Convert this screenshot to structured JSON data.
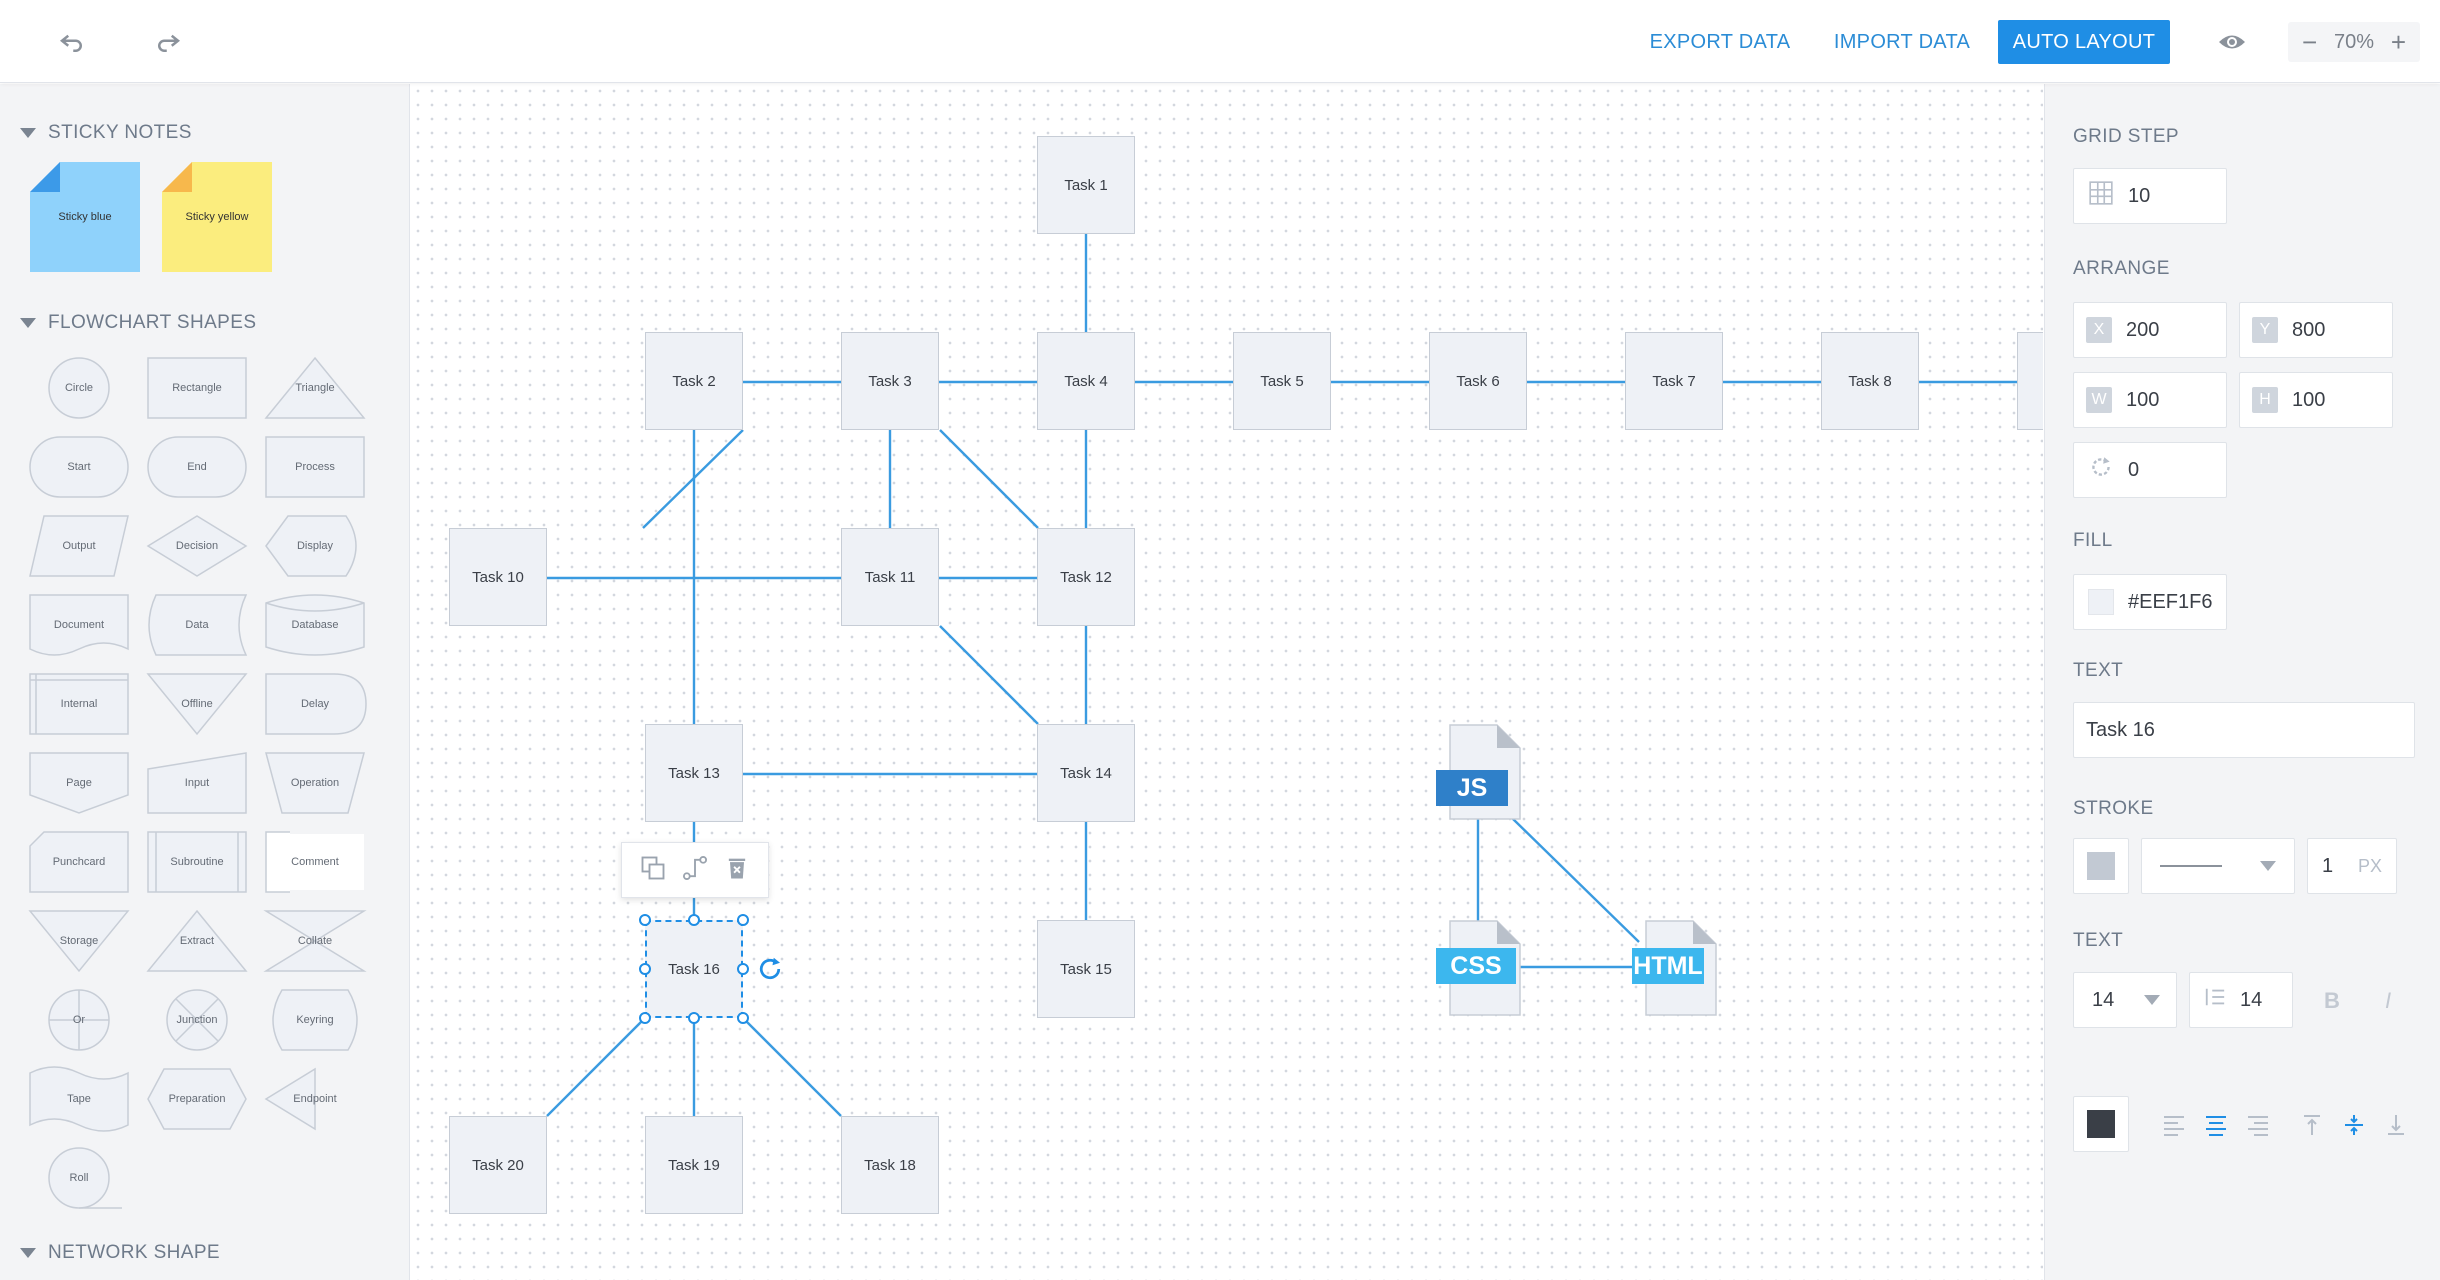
{
  "toolbar": {
    "undo_icon": "undo-icon",
    "redo_icon": "redo-icon",
    "export_label": "EXPORT DATA",
    "import_label": "IMPORT DATA",
    "auto_layout_label": "AUTO LAYOUT",
    "preview_icon": "eye-icon",
    "zoom_minus": "−",
    "zoom_value": "70%",
    "zoom_plus": "+",
    "accent_color": "#1f8ee5"
  },
  "left_panel": {
    "sticky_title": "STICKY NOTES",
    "stickies": [
      {
        "label": "Sticky blue",
        "color": "#8fd2fb",
        "corner": "#3c9ae8"
      },
      {
        "label": "Sticky yellow",
        "color": "#fbed7e",
        "corner": "#f7b84c"
      }
    ],
    "flowchart_title": "FLOWCHART SHAPES",
    "shapes": [
      "Circle",
      "Rectangle",
      "Triangle",
      "Start",
      "End",
      "Process",
      "Output",
      "Decision",
      "Display",
      "Document",
      "Data",
      "Database",
      "Internal",
      "Offline",
      "Delay",
      "Page",
      "Input",
      "Operation",
      "Punchcard",
      "Subroutine",
      "Comment",
      "Storage",
      "Extract",
      "Collate",
      "Or",
      "Junction",
      "Keyring",
      "Tape",
      "Preparation",
      "Endpoint",
      "Roll"
    ],
    "network_title": "NETWORK SHAPE"
  },
  "canvas": {
    "nodes": [
      {
        "id": "t1",
        "label": "Task 1"
      },
      {
        "id": "t2",
        "label": "Task 2"
      },
      {
        "id": "t3",
        "label": "Task 3"
      },
      {
        "id": "t4",
        "label": "Task 4"
      },
      {
        "id": "t5",
        "label": "Task 5"
      },
      {
        "id": "t6",
        "label": "Task 6"
      },
      {
        "id": "t7",
        "label": "Task 7"
      },
      {
        "id": "t8",
        "label": "Task 8"
      },
      {
        "id": "t10",
        "label": "Task 10"
      },
      {
        "id": "t11",
        "label": "Task 11"
      },
      {
        "id": "t12",
        "label": "Task 12"
      },
      {
        "id": "t13",
        "label": "Task 13"
      },
      {
        "id": "t14",
        "label": "Task 14"
      },
      {
        "id": "t15",
        "label": "Task 15"
      },
      {
        "id": "t16",
        "label": "Task 16"
      },
      {
        "id": "t18",
        "label": "Task 18"
      },
      {
        "id": "t19",
        "label": "Task 19"
      },
      {
        "id": "t20",
        "label": "Task 20"
      }
    ],
    "files": [
      {
        "id": "js",
        "label": "JS",
        "color": "#2f80c9"
      },
      {
        "id": "css",
        "label": "CSS",
        "color": "#3cb7ee"
      },
      {
        "id": "html",
        "label": "HTML",
        "color": "#3cb7ee"
      }
    ],
    "selected_toolbar_icons": [
      "copy-icon",
      "connect-icon",
      "delete-icon"
    ],
    "link_color": "#3a9be0"
  },
  "right_panel": {
    "grid_title": "GRID STEP",
    "grid_step": "10",
    "arrange_title": "ARRANGE",
    "x_label": "X",
    "x_value": "200",
    "y_label": "Y",
    "y_value": "800",
    "w_label": "W",
    "w_value": "100",
    "h_label": "H",
    "h_value": "100",
    "rotate_value": "0",
    "fill_title": "FILL",
    "fill_value": "#EEF1F6",
    "text_title": "TEXT",
    "text_value": "Task 16",
    "stroke_title": "STROKE",
    "stroke_width": "1",
    "stroke_unit": "PX",
    "stroke_color": "#c2c9d3",
    "font_title": "TEXT",
    "font_size": "14",
    "line_height": "14",
    "bold_label": "B",
    "italic_label": "I",
    "text_color": "#3a3f47"
  }
}
